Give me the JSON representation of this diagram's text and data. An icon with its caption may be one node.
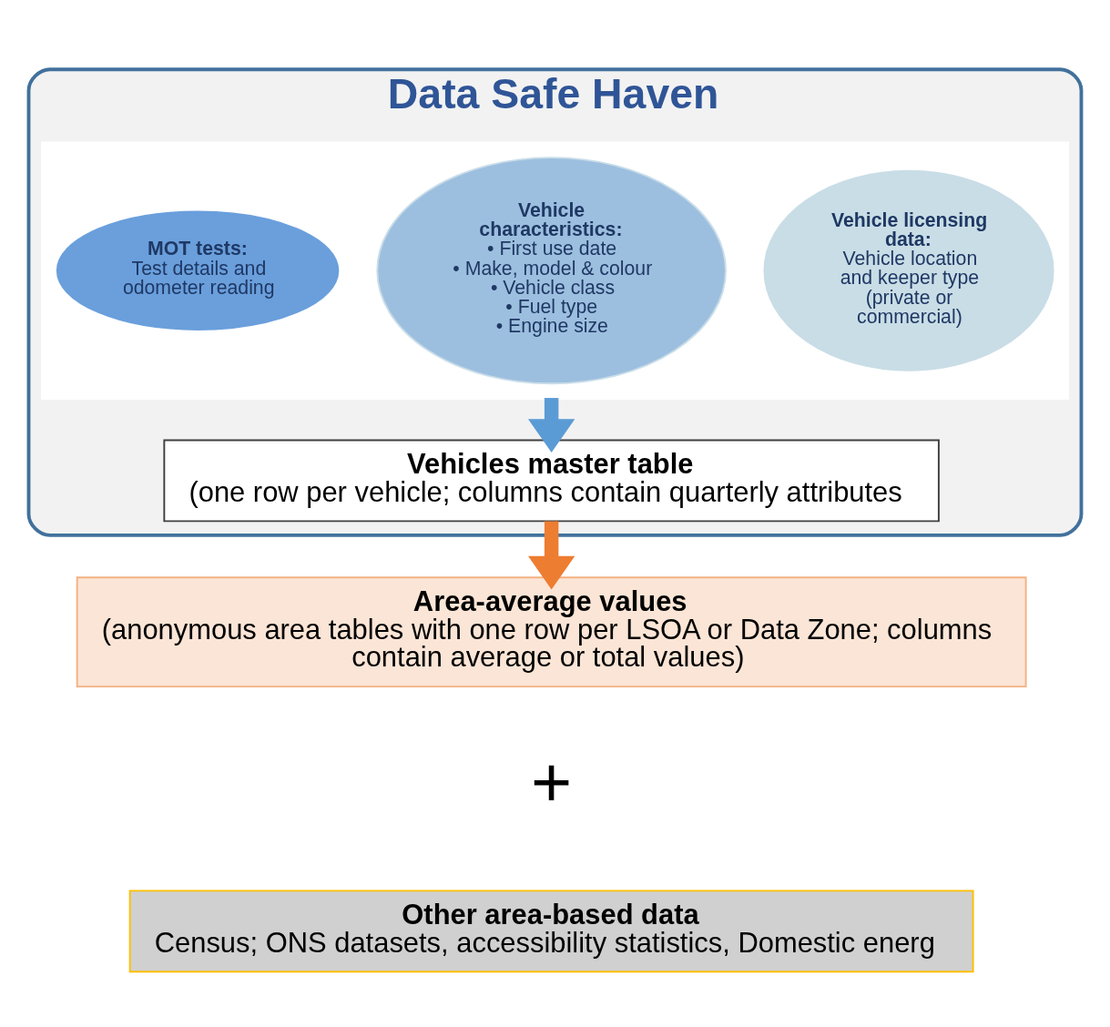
{
  "diagram": {
    "nodes": [
      {
        "text": [
          "Data Safe Haven"
        ]
      },
      {
        "text": [],
        "shape": "picture",
        "in": 0
      },
      {
        "text": [
          "MOT tests:",
          "Test details and odometer reading"
        ],
        "in": 1
      },
      {
        "text": [
          "Vehicle characteristics:",
          "• First use date",
          "• Make, model & colour",
          "• Vehicle class",
          "• Fuel type",
          "• Engine size"
        ],
        "in": 1
      },
      {
        "text": [
          "Vehicle licensing data:",
          "Vehicle location and keeper type (private or commercial)"
        ],
        "in": 1
      },
      {
        "text": [
          "Vehicles master table",
          "(one row per vehicle; columns contain quarterly attributes"
        ],
        "in": 0
      },
      {
        "text": [
          "Area-average values",
          "(anonymous area tables with one row per LSOA or Data Zone; columns contain average or total values)"
        ]
      },
      {
        "text": [
          "Other area-based data",
          "Census; ONS datasets, accessibility statistics, Domestic energ"
        ]
      }
    ],
    "edges": [
      {
        "from": 1,
        "to": 5,
        "arrow": "to",
        "color": "#5b9bd5"
      },
      {
        "from": 5,
        "to": 6,
        "arrow": "to",
        "color": "#ed7d31"
      }
    ],
    "labels": [
      "+"
    ]
  }
}
